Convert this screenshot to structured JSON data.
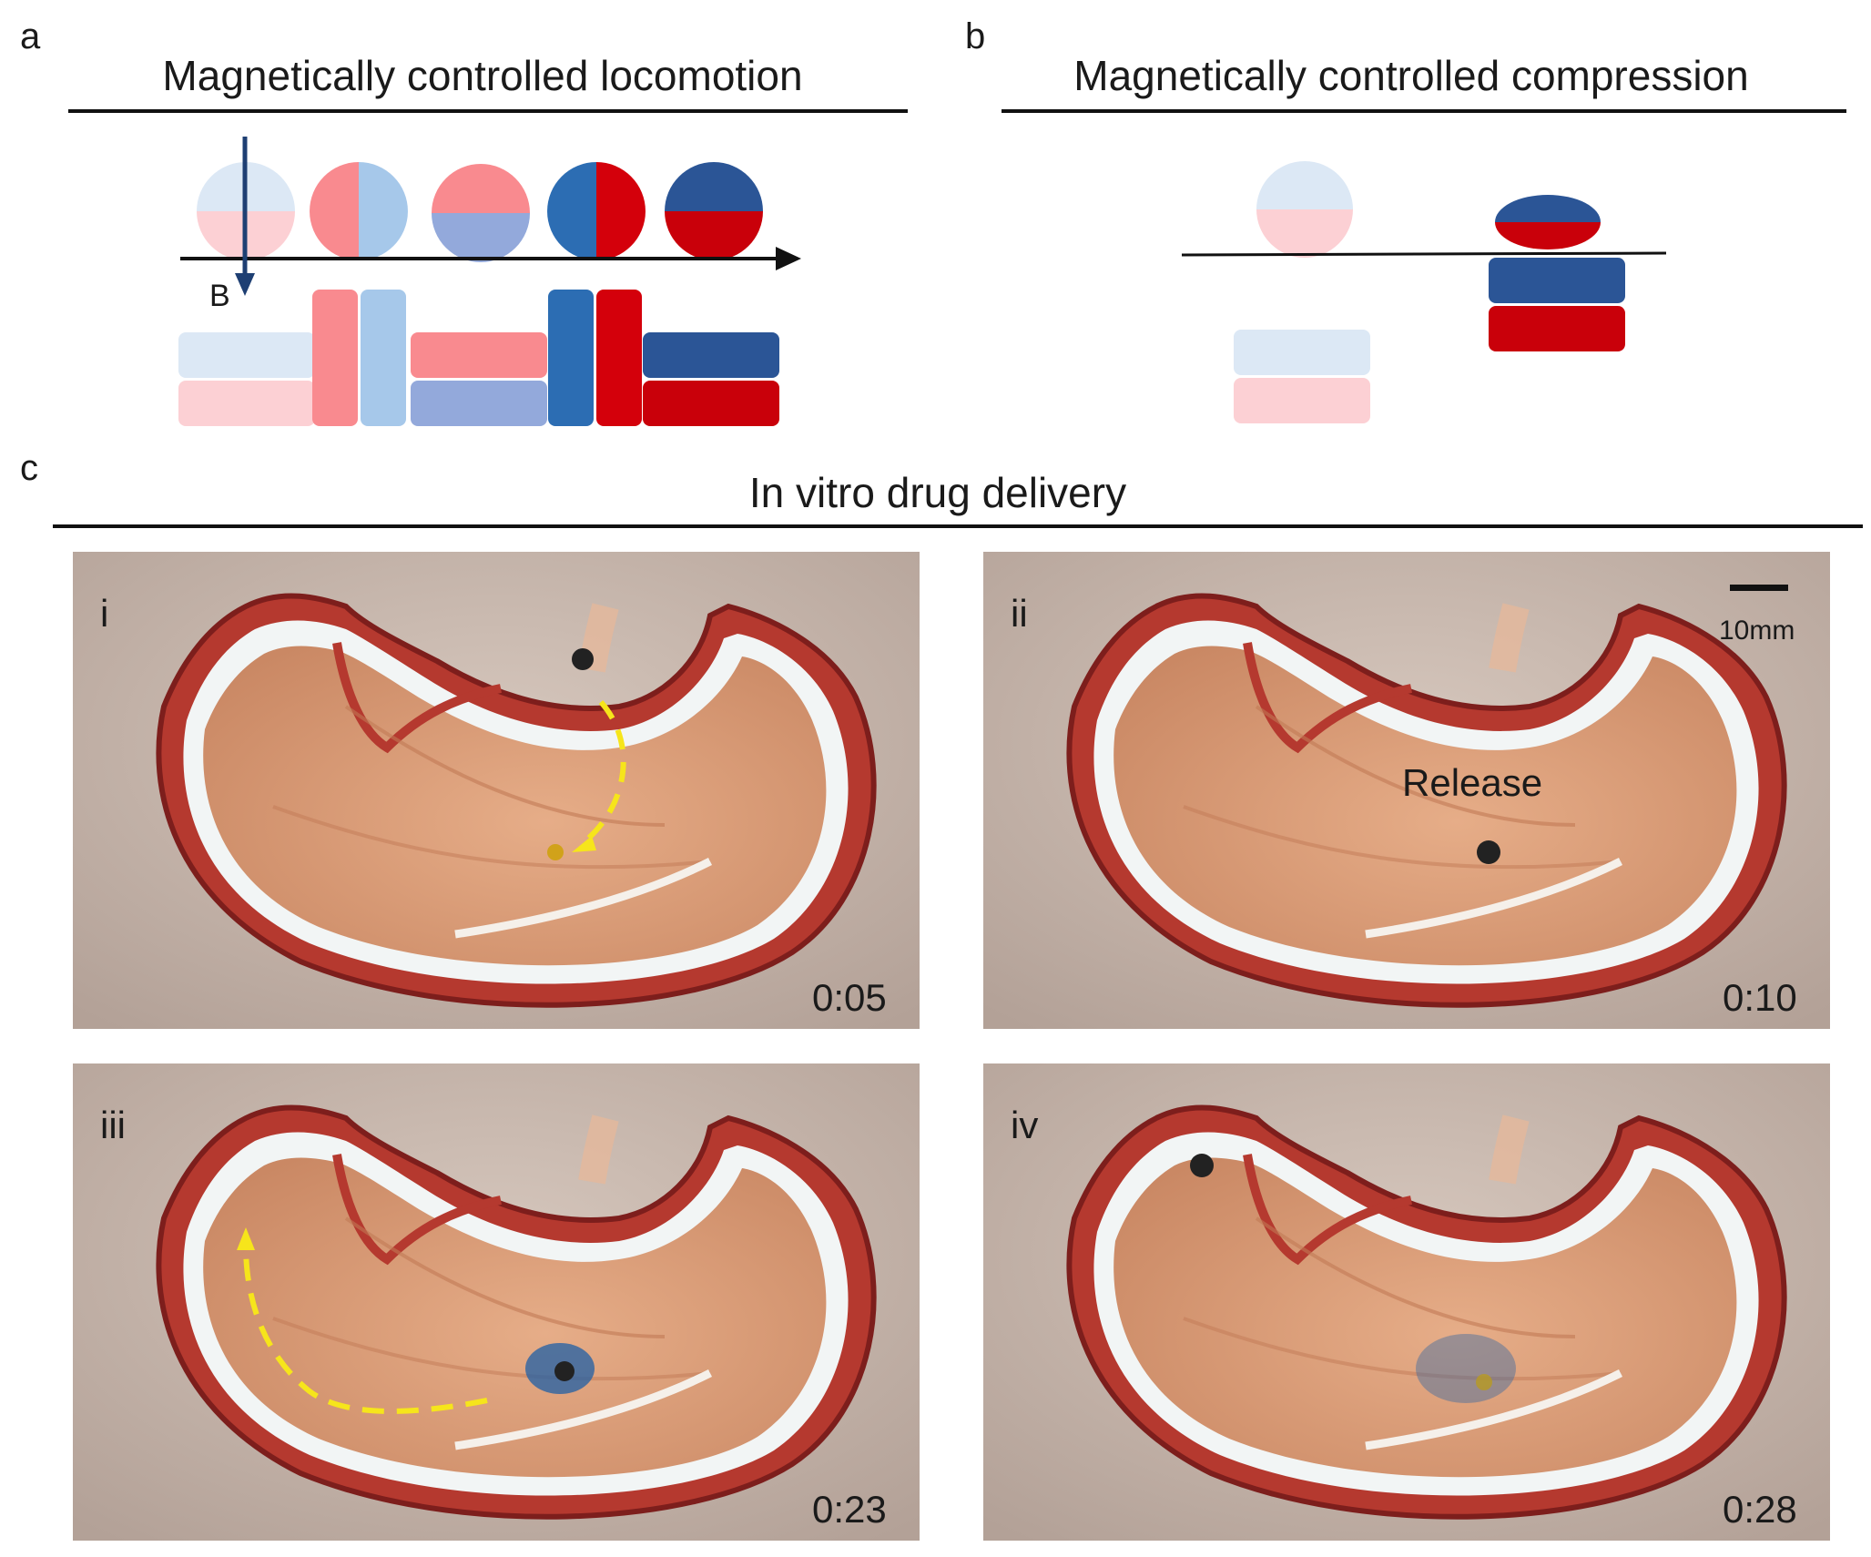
{
  "panels": {
    "a": {
      "letter": "a",
      "title": "Magnetically controlled locomotion",
      "field_label": "B"
    },
    "b": {
      "letter": "b",
      "title": "Magnetically controlled compression"
    },
    "c": {
      "letter": "c",
      "title": "In vitro drug delivery"
    }
  },
  "photos": [
    {
      "label": "i",
      "time": "0:05"
    },
    {
      "label": "ii",
      "time": "0:10",
      "annotation": "Release",
      "scale_bar": "10mm"
    },
    {
      "label": "iii",
      "time": "0:23"
    },
    {
      "label": "iv",
      "time": "0:28"
    }
  ],
  "colors": {
    "light_blue": "#dce8f5",
    "light_pink": "#fcd0d4",
    "salmon": "#f98a8f",
    "sky_blue": "#a6c8ea",
    "periwinkle": "#93a9db",
    "blue": "#2c6db3",
    "red": "#d4000b",
    "navy": "#2b5596",
    "dark_red": "#c9000a",
    "arrow_navy": "#1e3f73",
    "path_yellow": "#f6e51b",
    "stomach_inner": "#e0a27e",
    "stomach_rim": "#9a2c2a",
    "background_photo": "#cdbdb3"
  }
}
